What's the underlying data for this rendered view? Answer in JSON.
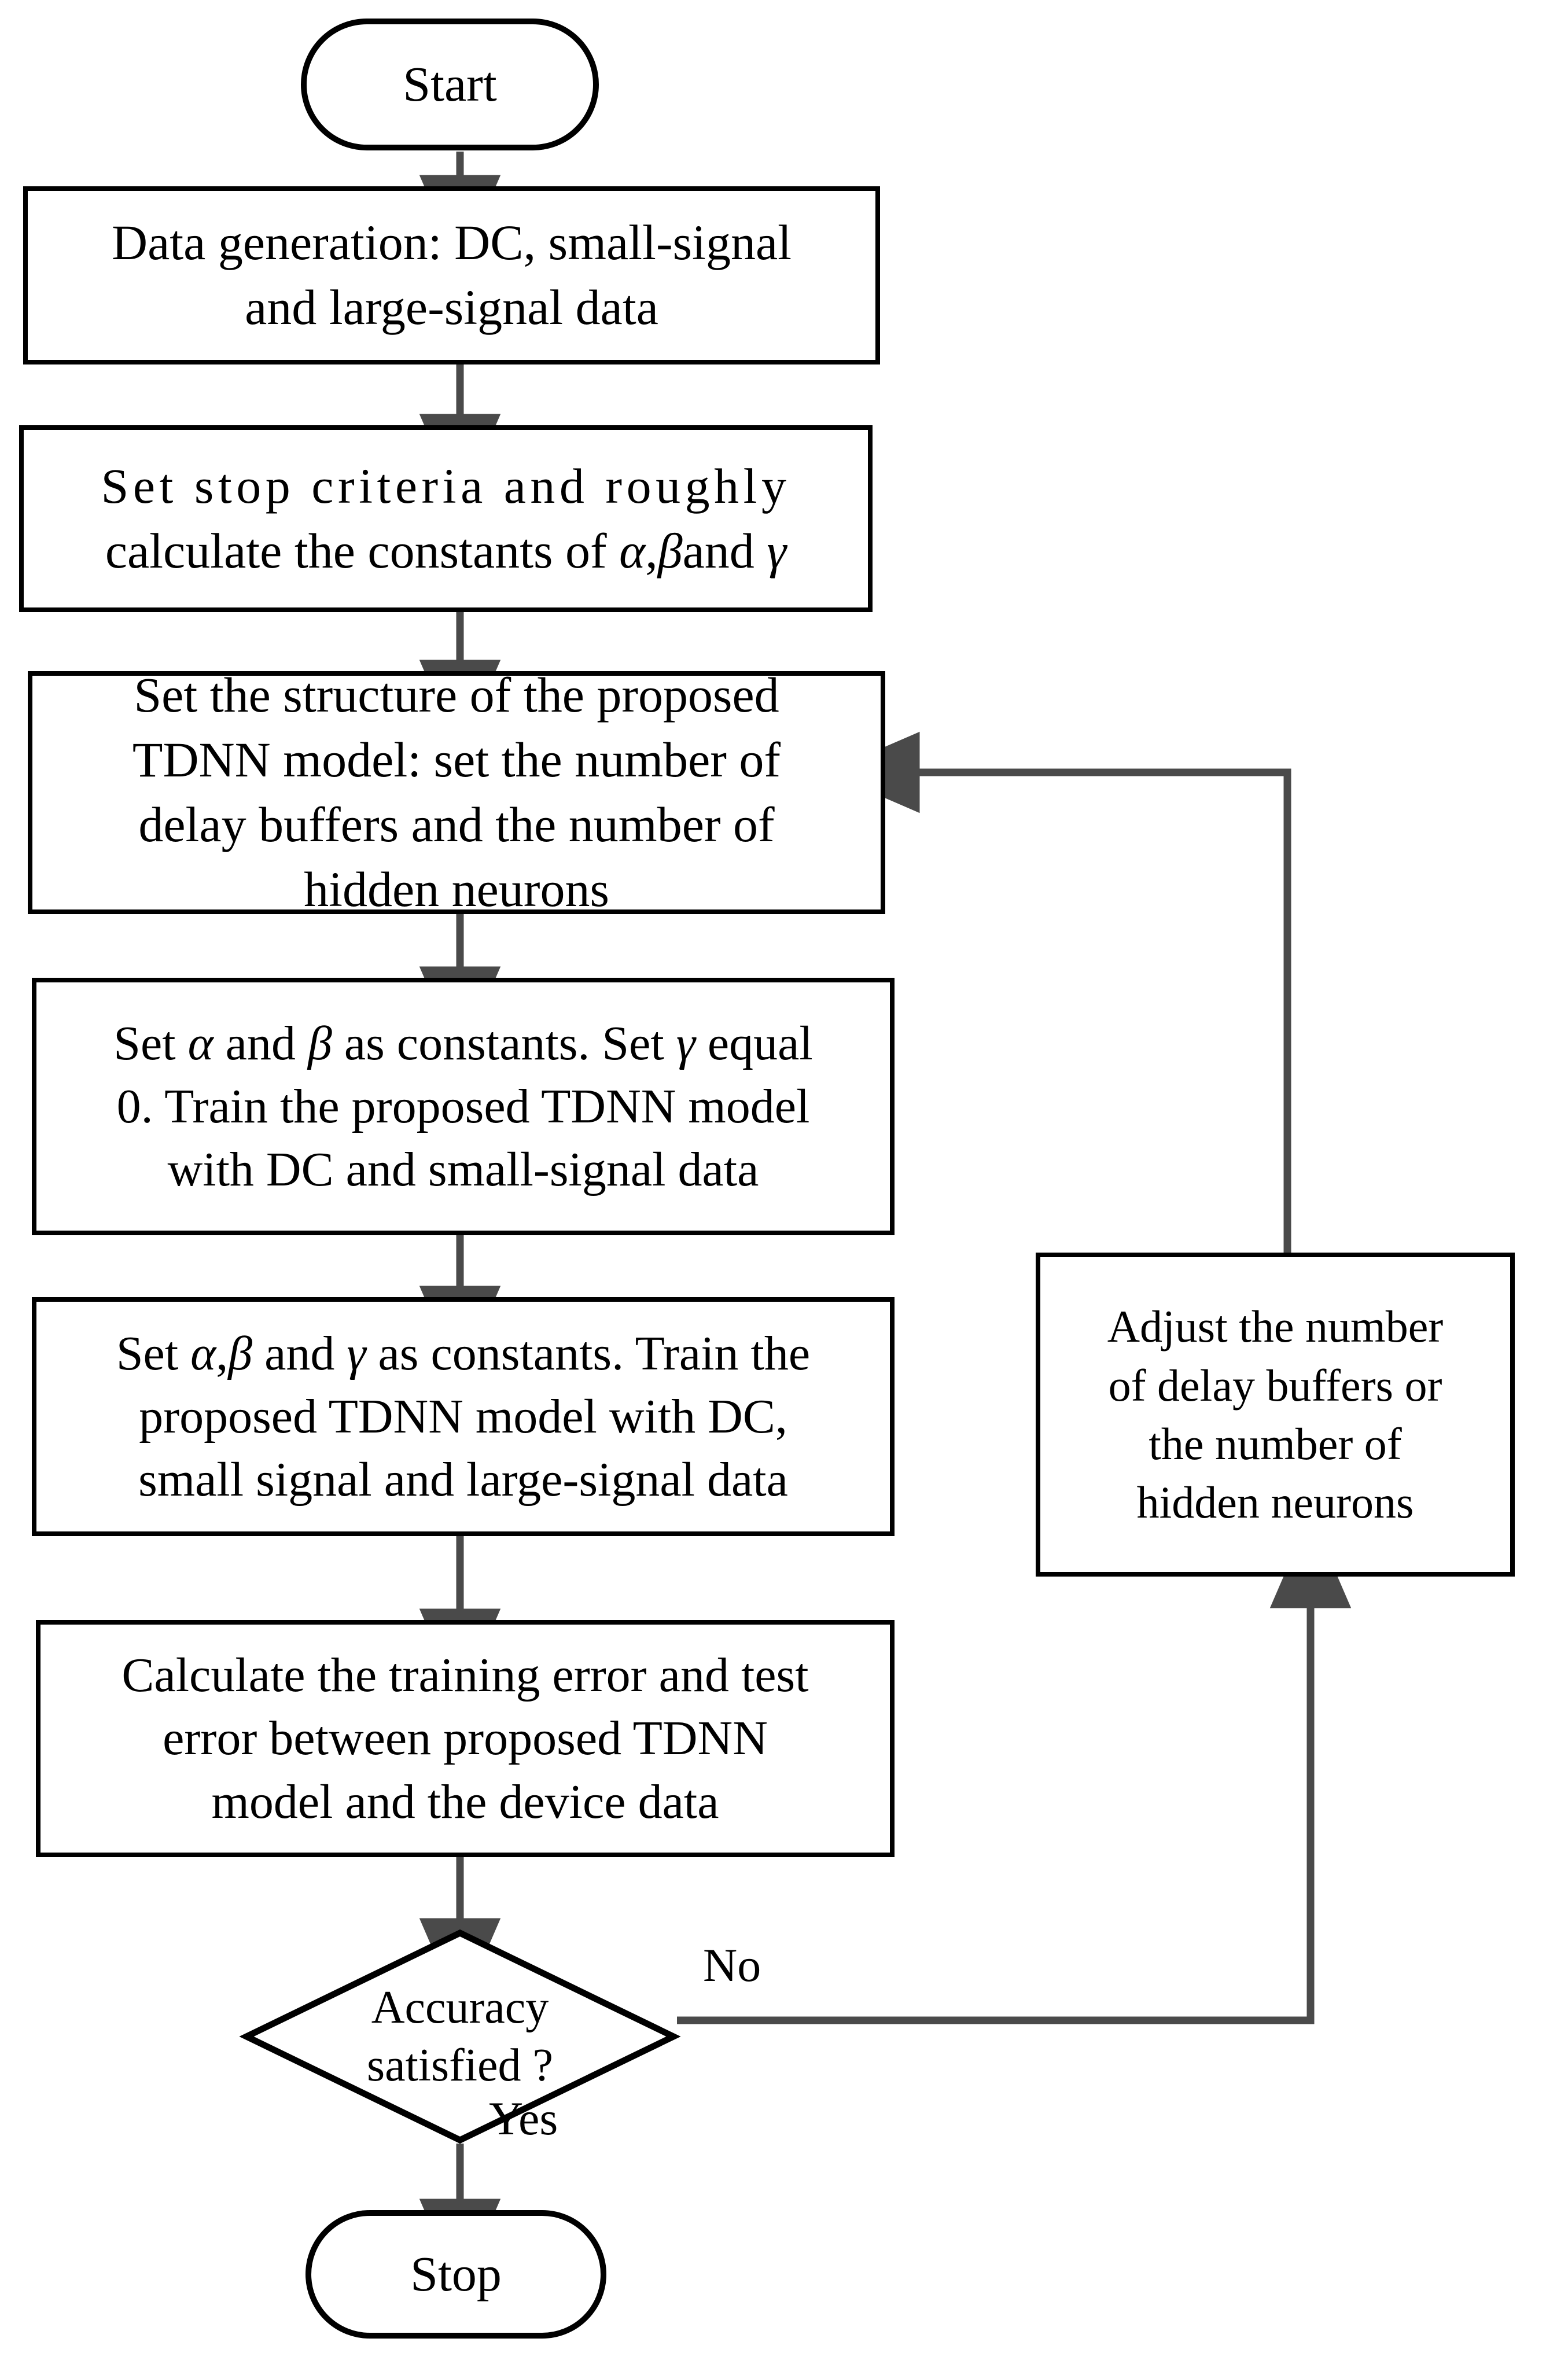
{
  "diagram": {
    "title": "TDNN model training flowchart",
    "type": "flowchart",
    "line_color": "#000000",
    "arrow_color": "#4a4a4a",
    "background": "#ffffff"
  },
  "nodes": {
    "start": {
      "label": "Start",
      "shape": "terminator"
    },
    "data_generation": {
      "line1": "Data generation: DC, small-signal",
      "line2": "and large-signal data",
      "shape": "process"
    },
    "stop_criteria": {
      "line1": "Set stop criteria and roughly",
      "line2_prefix": "calculate the constants of ",
      "line2_alpha": "α",
      "line2_comma": ",",
      "line2_beta": "β",
      "line2_mid": "and ",
      "line2_gamma": "γ",
      "shape": "process"
    },
    "set_structure": {
      "line1": "Set the structure of the proposed",
      "line2": "TDNN model: set the number of",
      "line3": "delay buffers and the number of",
      "line4": "hidden neurons",
      "shape": "process"
    },
    "train_dc_small": {
      "l1a": "Set ",
      "l1_alpha": "α",
      "l1b": " and ",
      "l1_beta": "β",
      "l1c": " as constants. Set ",
      "l1_gamma": "γ",
      "l1d": " equal",
      "line2": "0. Train the proposed TDNN model",
      "line3": "with DC and small-signal data",
      "shape": "process"
    },
    "train_all": {
      "l1a": "Set ",
      "l1_alpha": "α",
      "l1_comma": ",",
      "l1_beta": "β",
      "l1b": " and ",
      "l1_gamma": "γ",
      "l1c": " as constants. Train the",
      "line2": "proposed TDNN model with DC,",
      "line3": "small signal and large-signal data",
      "shape": "process"
    },
    "calc_error": {
      "line1": "Calculate the training error and test",
      "line2": "error between proposed TDNN",
      "line3": "model and the device data",
      "shape": "process"
    },
    "decision": {
      "line1": "Accuracy",
      "line2": "satisfied ?",
      "shape": "decision"
    },
    "adjust": {
      "line1": "Adjust the number",
      "line2": "of delay buffers or",
      "line3": "the number of",
      "line4": "hidden neurons",
      "shape": "process"
    },
    "stop": {
      "label": "Stop",
      "shape": "terminator"
    }
  },
  "edge_labels": {
    "no": "No",
    "yes": "Yes"
  }
}
